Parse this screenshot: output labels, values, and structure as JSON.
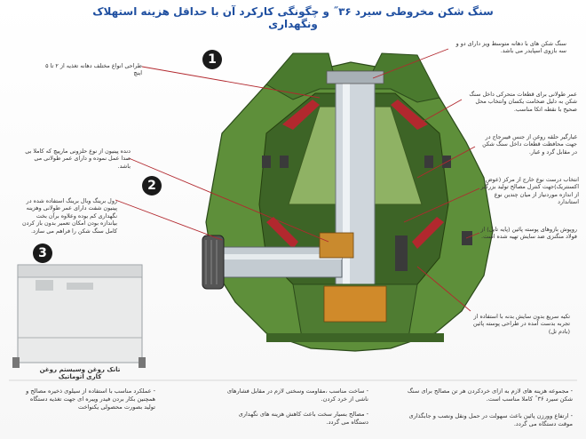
{
  "title": "سنگ شکن مخروطی سیرد ۳۶˝ و چگونگی کارکرد آن با حداقل هزینه استهلاک ونگهداری",
  "badges": {
    "one": "1",
    "two": "2",
    "three": "3"
  },
  "captions": {
    "top_right": "سنگ شکن های با دهانه متوسط ویز دارای دو و سه بازوی اسپایدر می باشد.",
    "mid_right_1": "عمر طولانی برای قطعات متحرکی داخل سنگ شکن به دلیل ضخامت یکسان وانتخاب محل صحیح با نقطه اتکا مناسب.",
    "mid_right_2": "غبارگیر حلقه روغن از جنس فیبرجاج در جهت محافظت قطعات داخل سنگ شکن در مقابل گرد و غبار.",
    "mid_right_3": "انتخاب درست نوع خارج از مرکز (عوض اکسنتریک)جهت کنترل مصالح تولید بزرگتر از اندازه موردنیاز از میان چندین نوع استاندارد",
    "mid_right_4": "روپوش بازوهای پوسته پائین (پایه تابل) از فولاد منگنزی ضد سایش تهیه شده است.",
    "bottom_right": "تکیه سریع بدون سایش بدنه با استفاده از تجربه بدست آمده در طراحی پوسته پائین (بادم تل)",
    "left_1": "طراحی انواع مختلف دهانه تغذیه از ۲ تا ۵ اینچ",
    "left_2": "دنده پینیون از نوع حلزونی مارپیچ که کاملا بی صدا عمل نموده و دارای عمر طولانی می باشد.",
    "left_3": "رول برینگ وبال برینگ استفاده شده در پینیون شفت دارای عمر طولانی وهزینه نگهداری کم بوده وعلاوه برآن بخت بیاندازه بودن امکان تعمیر بدون باز کردن کامل سنگ شکن را فراهم می سازد.",
    "tank_label": "تانک روغن وسیستم روغن کاری اتوماتیک"
  },
  "bottom": {
    "col_left": "- عملکرد مناسب با استفاده از سیلوی ذخیره مصالح و همچنین بکار بردن فیدر ویبره ای جهت تغذیه دستگاه تولید بصورت محصولی یکنواخت",
    "col_mid_1": "- ساخت مناسب ،مقاومت وسختی لازم در مقابل فشارهای ناشی از خرد کردن.",
    "col_mid_2": "- مصالح بسیار سخت باعث کاهش هزینه های نگهداری دستگاه می گردد.",
    "col_right_1": "- مجموعه هزینه های لازم به ازای خردکردن هر تن مصالح برای سنگ شکن سیرد ۳۶˝ کاملا مناسب است.",
    "col_right_2": "- ارتفاع وورزن پائین باعث سهولت در حمل ونقل ونصب و جابگذاری موقت دستگاه می گردد."
  },
  "colors": {
    "title": "#1f4fa0",
    "body_green": "#5e8f3a",
    "dark_green": "#3d6426",
    "red_liner": "#b2282e",
    "shaft": "#cfd6dc",
    "tank": "#e9eaea"
  }
}
